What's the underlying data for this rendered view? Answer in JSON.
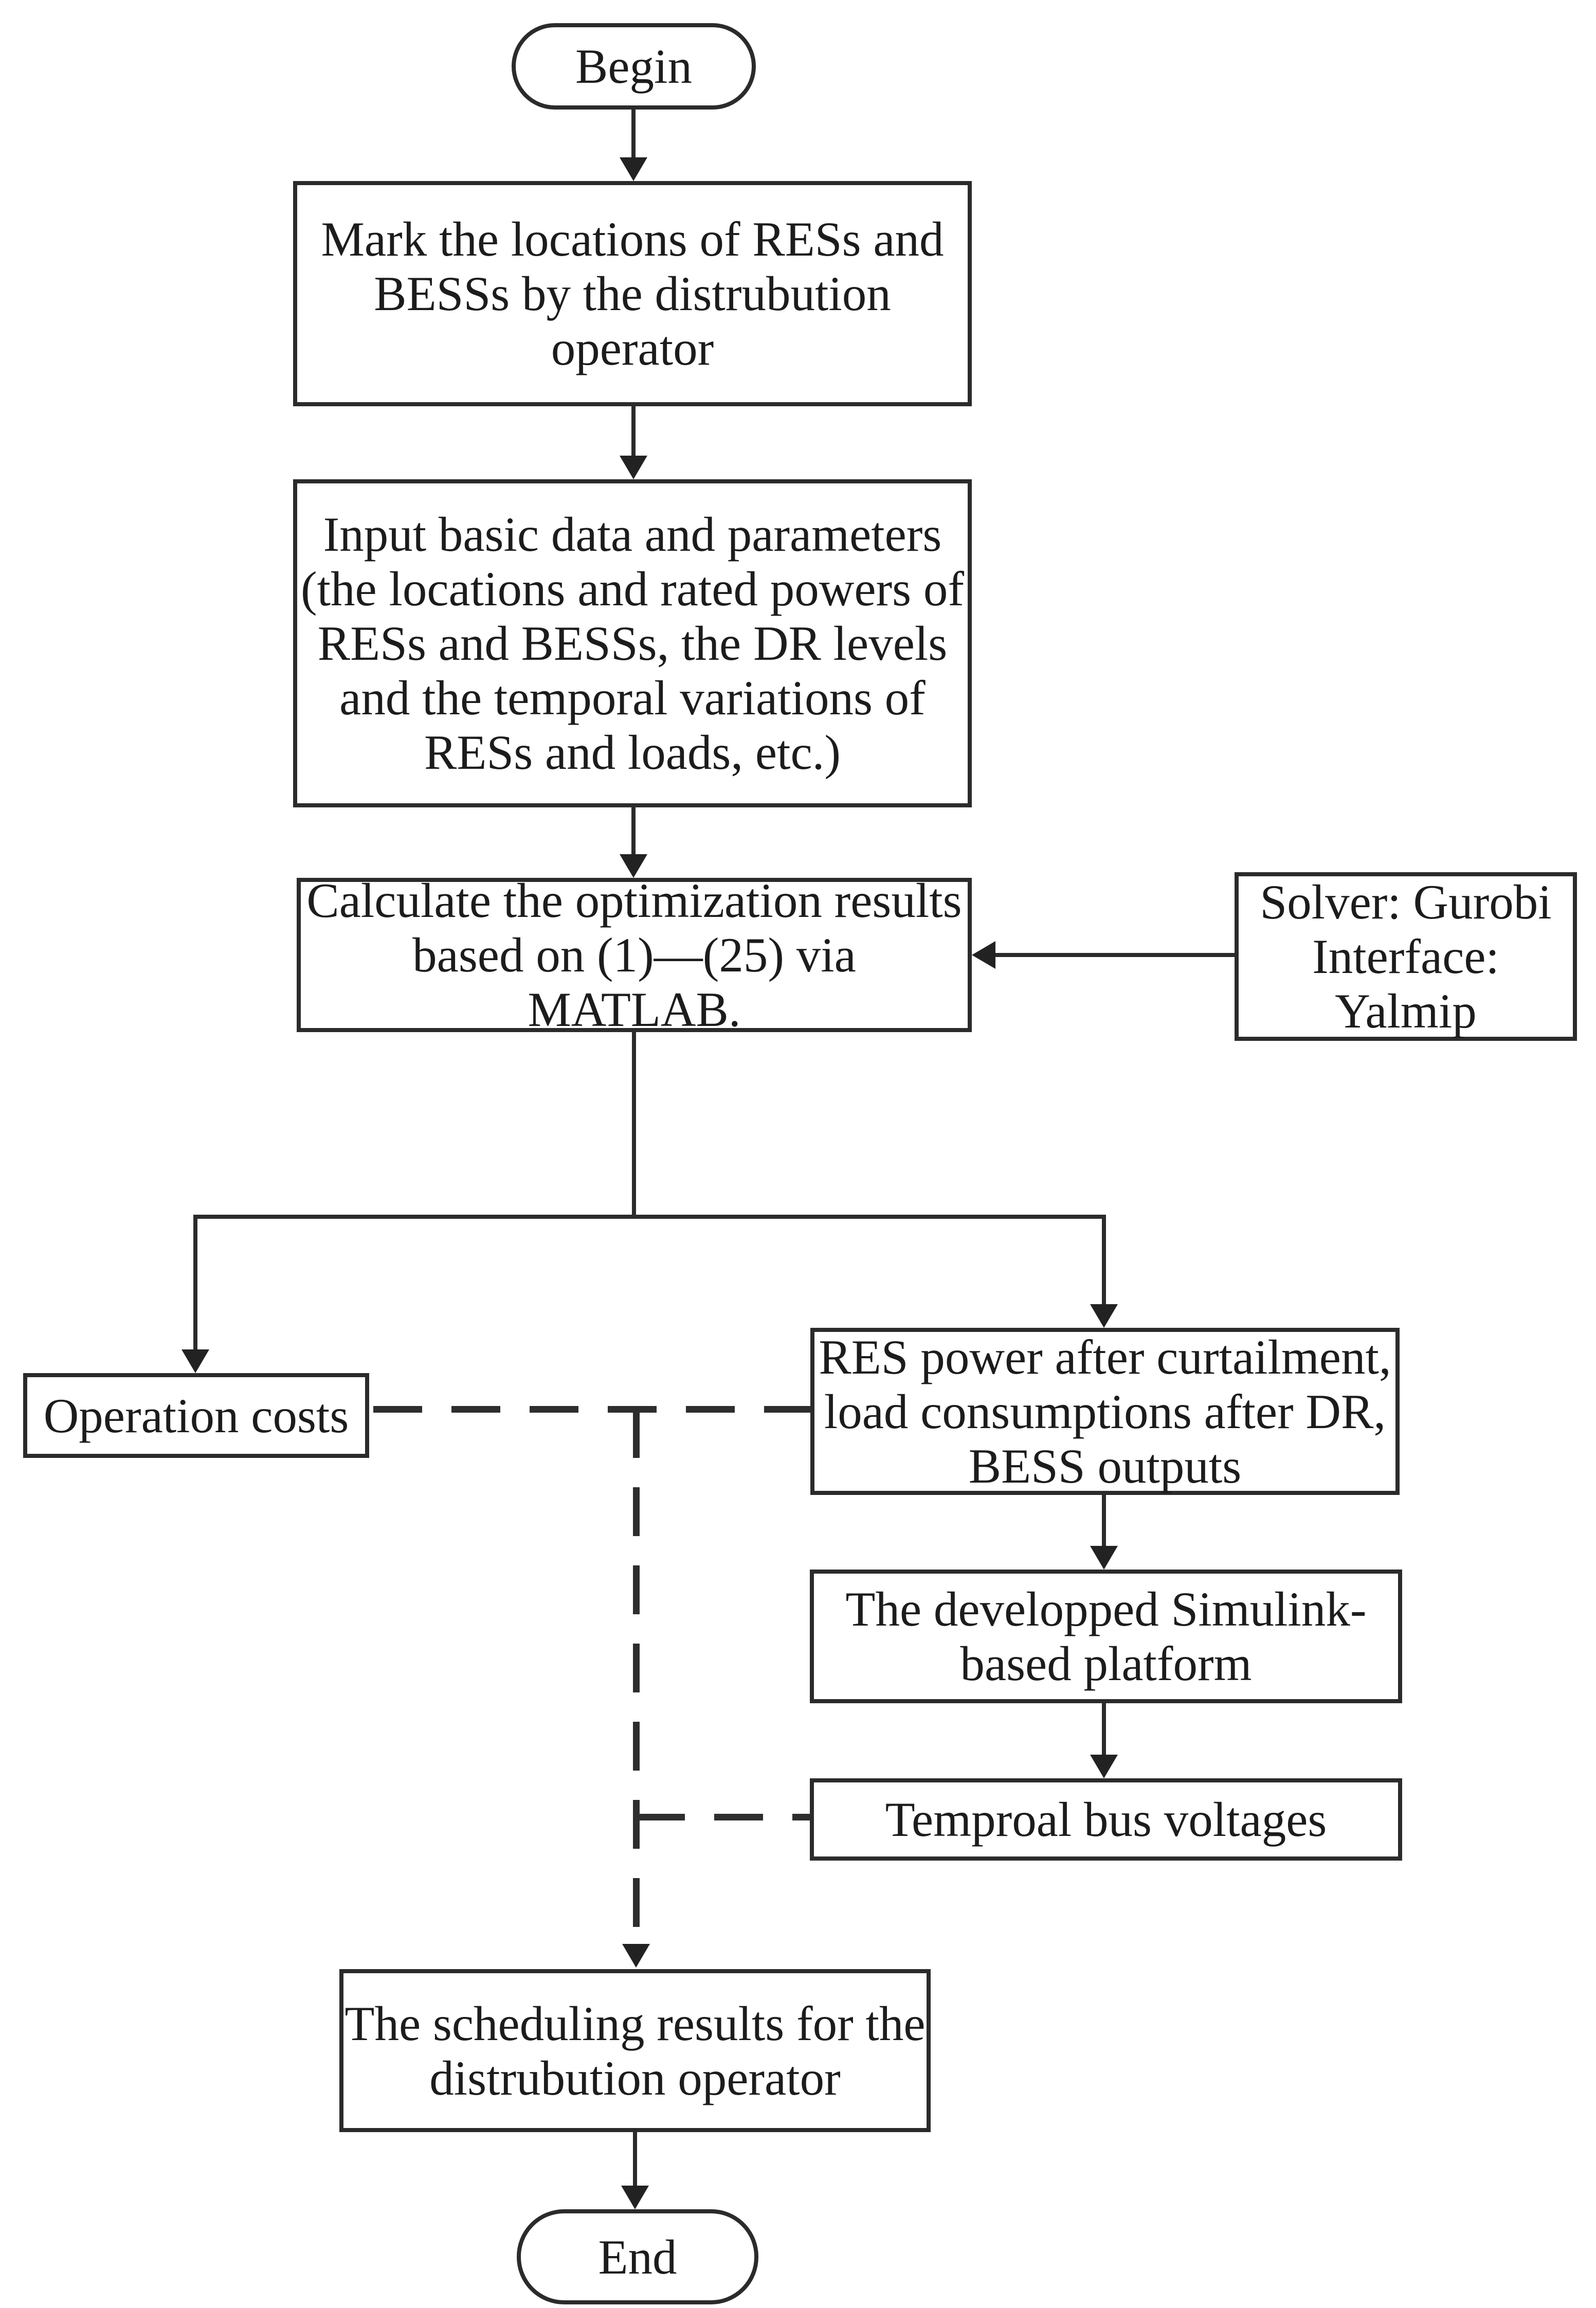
{
  "diagram": {
    "kind": "flowchart",
    "line_color": "#2b2b2b",
    "background_color": "#ffffff",
    "nodes": {
      "begin": {
        "label": "Begin",
        "shape": "terminator"
      },
      "mark": {
        "lines": [
          "Mark the locations of RESs and",
          "BESSs by the distrubution",
          "operator"
        ],
        "shape": "process"
      },
      "input": {
        "lines": [
          "Input basic data and parameters",
          "(the locations and rated powers of",
          "RESs and BESSs, the DR levels",
          "and the temporal variations of",
          "RESs and loads, etc.)"
        ],
        "shape": "process"
      },
      "calculate": {
        "lines": [
          "Calculate the optimization results",
          "based on (1)—(25) via MATLAB."
        ],
        "shape": "process"
      },
      "solver": {
        "lines": [
          "Solver: Gurobi",
          "Interface: Yalmip"
        ],
        "shape": "process"
      },
      "operation_costs": {
        "label": "Operation costs",
        "shape": "process"
      },
      "res_outputs": {
        "lines": [
          "RES power after curtailment,",
          "load consumptions after DR,",
          "BESS outputs"
        ],
        "shape": "process"
      },
      "simulink_platform": {
        "lines": [
          "The developped Simulink-",
          "based platform"
        ],
        "shape": "process"
      },
      "bus_voltages": {
        "label": "Temproal bus voltages",
        "shape": "process"
      },
      "scheduling_results": {
        "lines": [
          "The scheduling results for the",
          "distrubution operator"
        ],
        "shape": "process"
      },
      "end": {
        "label": "End",
        "shape": "terminator"
      }
    }
  }
}
